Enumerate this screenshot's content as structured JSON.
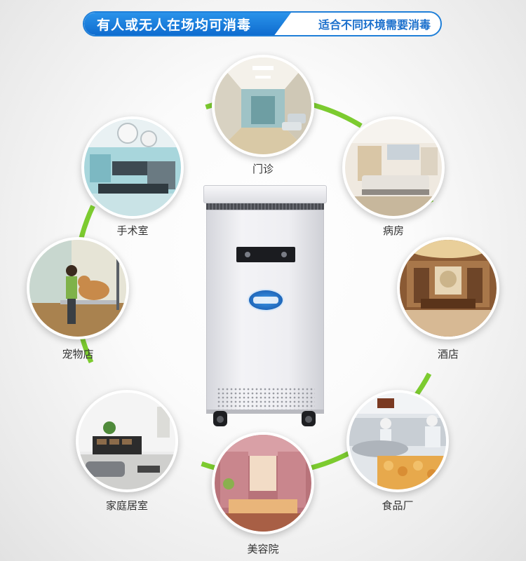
{
  "header": {
    "title": "有人或无人在场均可消毒",
    "subtitle": "适合不同环境需要消毒"
  },
  "colors": {
    "ring": "#7ccb2f",
    "banner_blue": "#1a7ad9",
    "label_text": "#333333"
  },
  "scenes": [
    {
      "id": "clinic",
      "label": "门诊"
    },
    {
      "id": "operating-room",
      "label": "手术室"
    },
    {
      "id": "ward",
      "label": "病房"
    },
    {
      "id": "pet-shop",
      "label": "宠物店"
    },
    {
      "id": "hotel",
      "label": "酒店"
    },
    {
      "id": "home",
      "label": "家庭居室"
    },
    {
      "id": "food-factory",
      "label": "食品厂"
    },
    {
      "id": "beauty-salon",
      "label": "美容院"
    }
  ]
}
